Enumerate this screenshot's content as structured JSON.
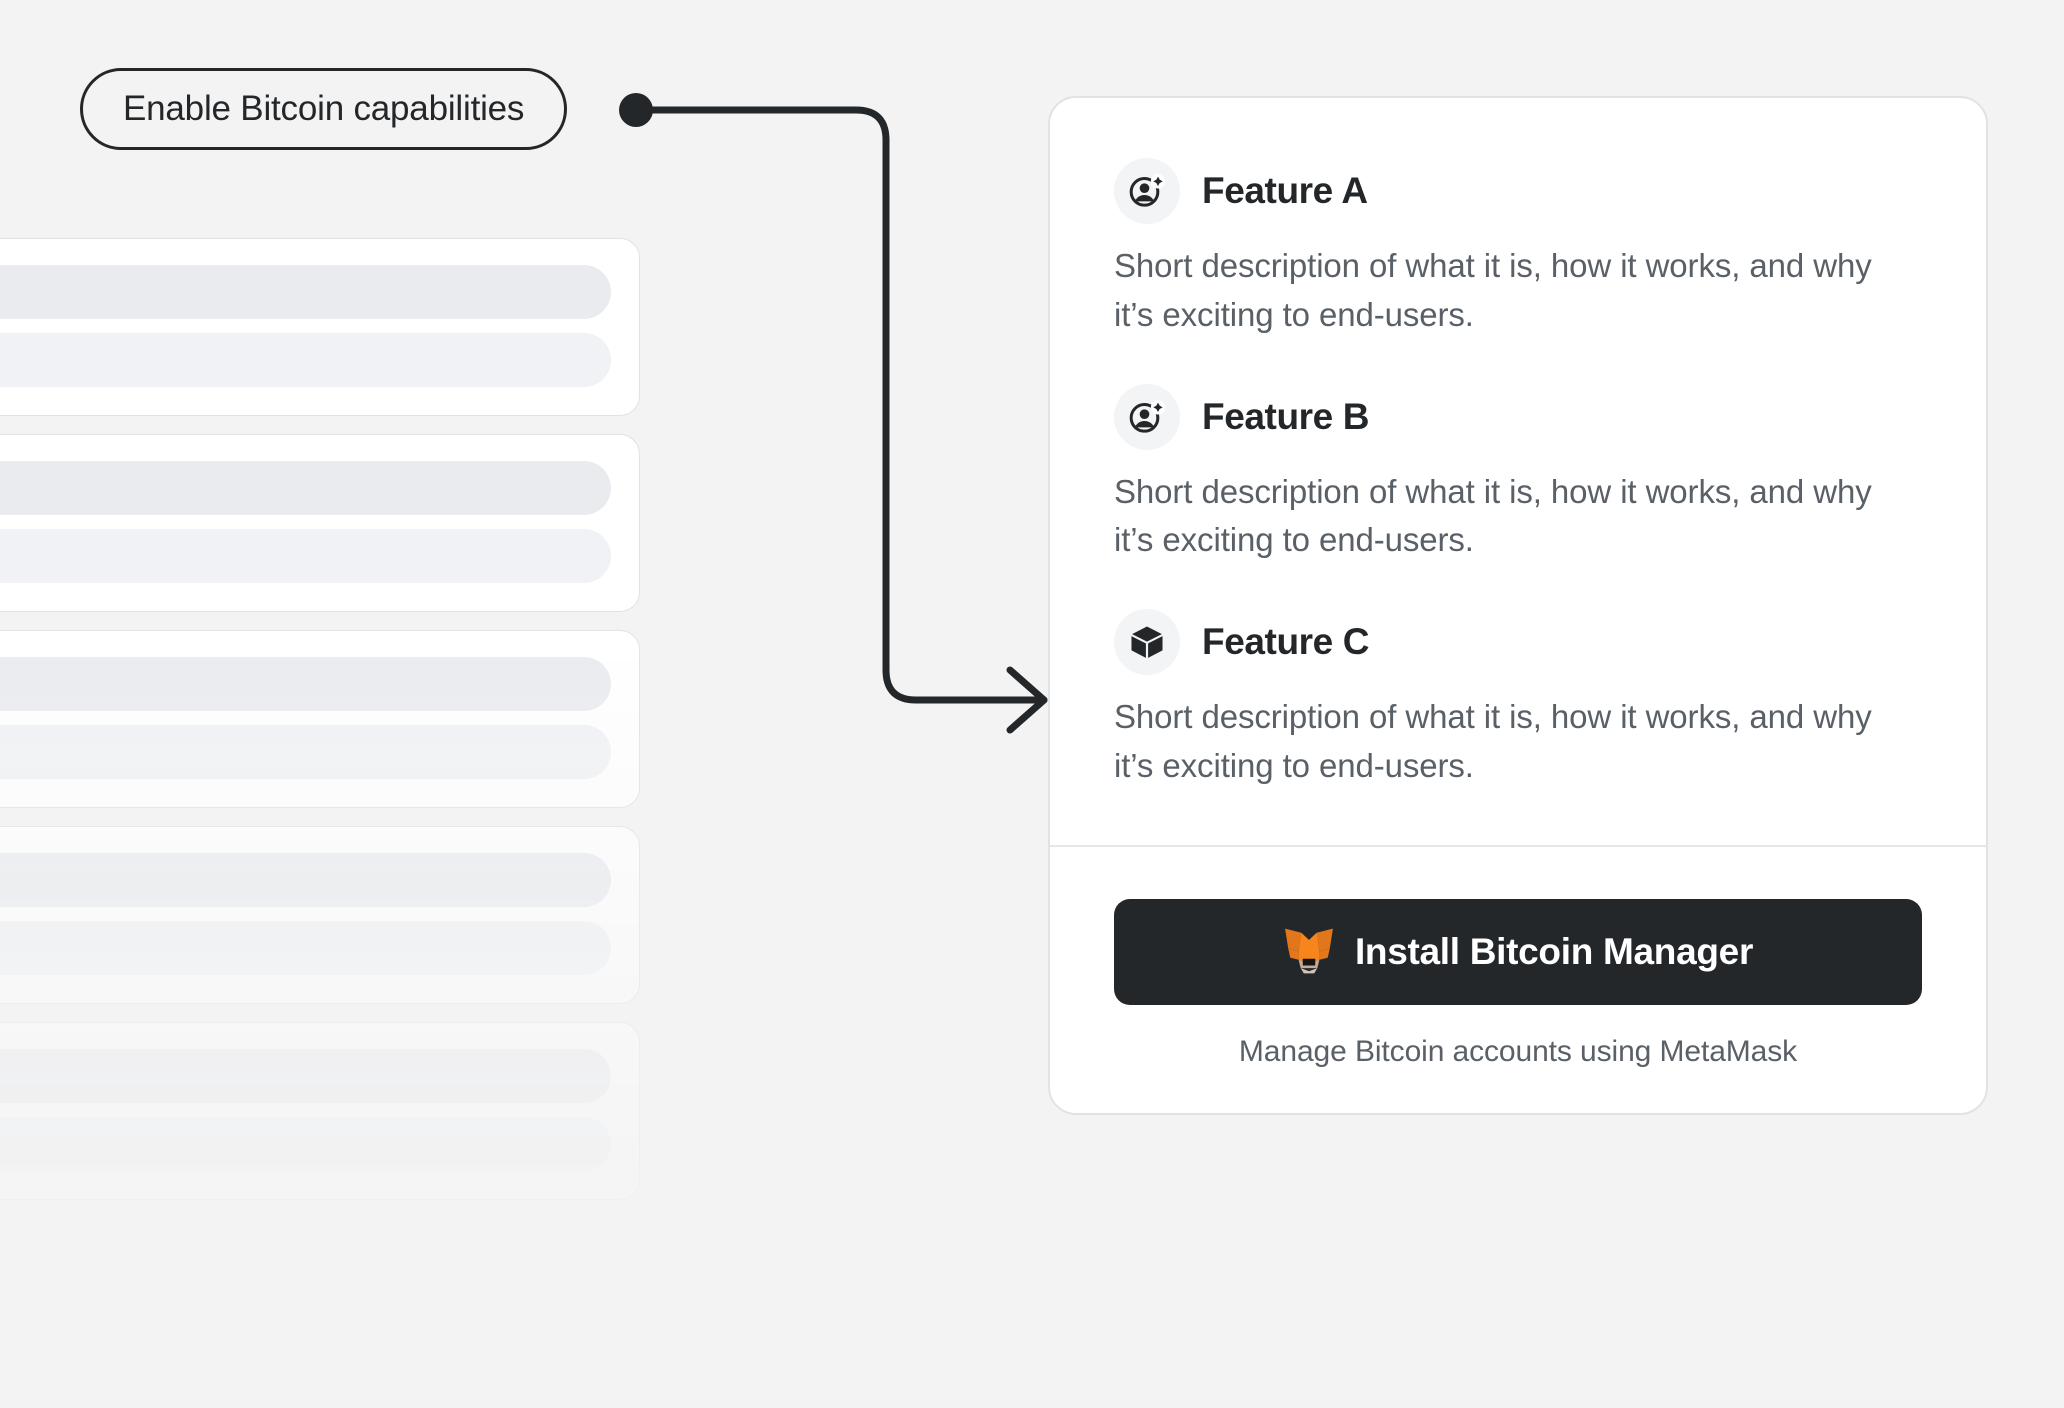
{
  "background": {
    "canvas_color": "#F3F3F3",
    "skeleton_placeholder_count": 5
  },
  "callout": {
    "label": "Enable Bitcoin capabilities",
    "border_color": "#24272A",
    "connector_color": "#24272A"
  },
  "card": {
    "background": "#FFFFFF",
    "border_color": "#E0E2E7",
    "features": [
      {
        "icon": "add-account-icon",
        "title": "Feature A",
        "description": "Short description of what it is, how it works, and why it’s exciting to end-users."
      },
      {
        "icon": "add-account-icon",
        "title": "Feature B",
        "description": "Short description of what it is, how it works, and why it’s exciting to end-users."
      },
      {
        "icon": "cube-icon",
        "title": "Feature C",
        "description": "Short description of what it is, how it works, and why it’s exciting to end-users."
      }
    ],
    "footer": {
      "install_button": {
        "label": "Install Bitcoin Manager",
        "icon": "metamask-fox-icon",
        "background": "#24272A",
        "text_color": "#FFFFFF"
      },
      "caption": "Manage Bitcoin accounts using MetaMask"
    }
  },
  "colors": {
    "heading": "#24272A",
    "body_text": "#5A6067",
    "icon_badge": "#F2F4F6",
    "divider": "#E4E6EA",
    "fox_orange": "#E2761B",
    "fox_light_orange": "#F6851B",
    "fox_dark_brown": "#763D16",
    "fox_muzzle": "#C0AD9E"
  }
}
